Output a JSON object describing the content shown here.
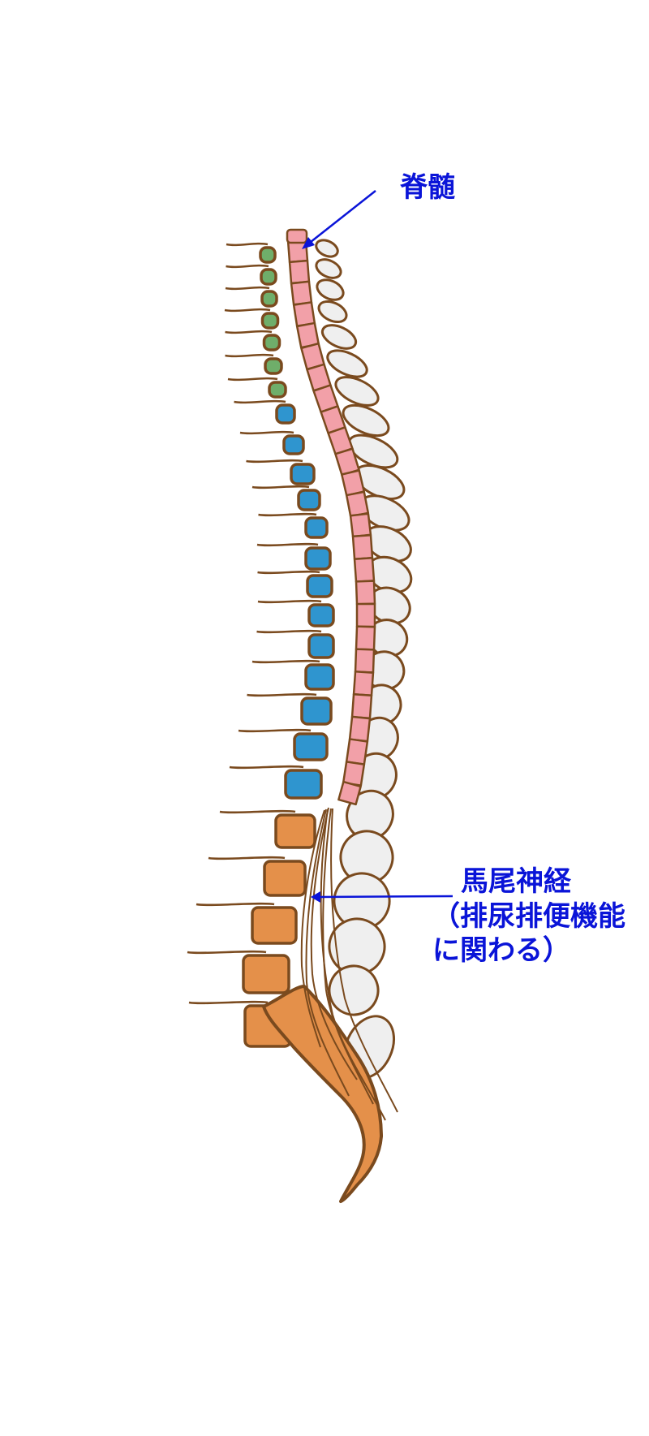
{
  "labels": {
    "spinal_cord": "脊髄",
    "cauda_equina": "馬尾神経",
    "cauda_equina_note": "（排尿排便機能に関わる）"
  },
  "colors": {
    "outline": "#7a4a1e",
    "cervical": "#6fae6a",
    "thoracic": "#2f95cf",
    "lumbar_sacral": "#e4904a",
    "spinal_cord": "#f2a0a8",
    "spinous_process": "#efefef",
    "label_text": "#0a14d8",
    "arrow": "#0a14d8"
  }
}
